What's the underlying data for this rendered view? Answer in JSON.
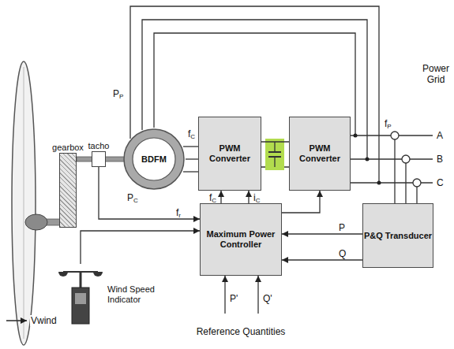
{
  "diagram": {
    "nodes": [
      {
        "text": [
          "gearbox"
        ]
      },
      {
        "text": [
          "tacho"
        ]
      },
      {
        "text": [
          "BDFM"
        ]
      },
      {
        "text": [
          "PWM Converter"
        ]
      },
      {
        "text": [
          "PWM Converter"
        ]
      },
      {
        "text": [
          "Maximum Power Controller"
        ]
      },
      {
        "text": [
          "P&Q Transducer"
        ]
      },
      {
        "text": [
          "Wind Speed Indicator"
        ]
      }
    ],
    "edges": [
      {
        "from": 1,
        "to": 5,
        "arrow": "to",
        "label": "fr"
      },
      {
        "from": 7,
        "to": 5,
        "arrow": "to"
      },
      {
        "from": 2,
        "to": 3,
        "arrow": "none",
        "label": "fC"
      },
      {
        "from": 3,
        "to": 4,
        "arrow": "none"
      },
      {
        "from": 5,
        "to": 3,
        "arrow": "to",
        "label": "fC"
      },
      {
        "from": 5,
        "to": 3,
        "arrow": "to",
        "label": "iC"
      },
      {
        "from": 5,
        "to": 4,
        "arrow": "to"
      },
      {
        "from": 6,
        "to": 5,
        "arrow": "to",
        "label": "P"
      },
      {
        "from": 6,
        "to": 5,
        "arrow": "to",
        "label": "Q"
      }
    ],
    "labels": [
      "PP",
      "PC",
      "fP",
      "Power Grid",
      "A",
      "B",
      "C",
      "P'",
      "Q'",
      "Reference Quantities",
      "Vwind"
    ]
  }
}
